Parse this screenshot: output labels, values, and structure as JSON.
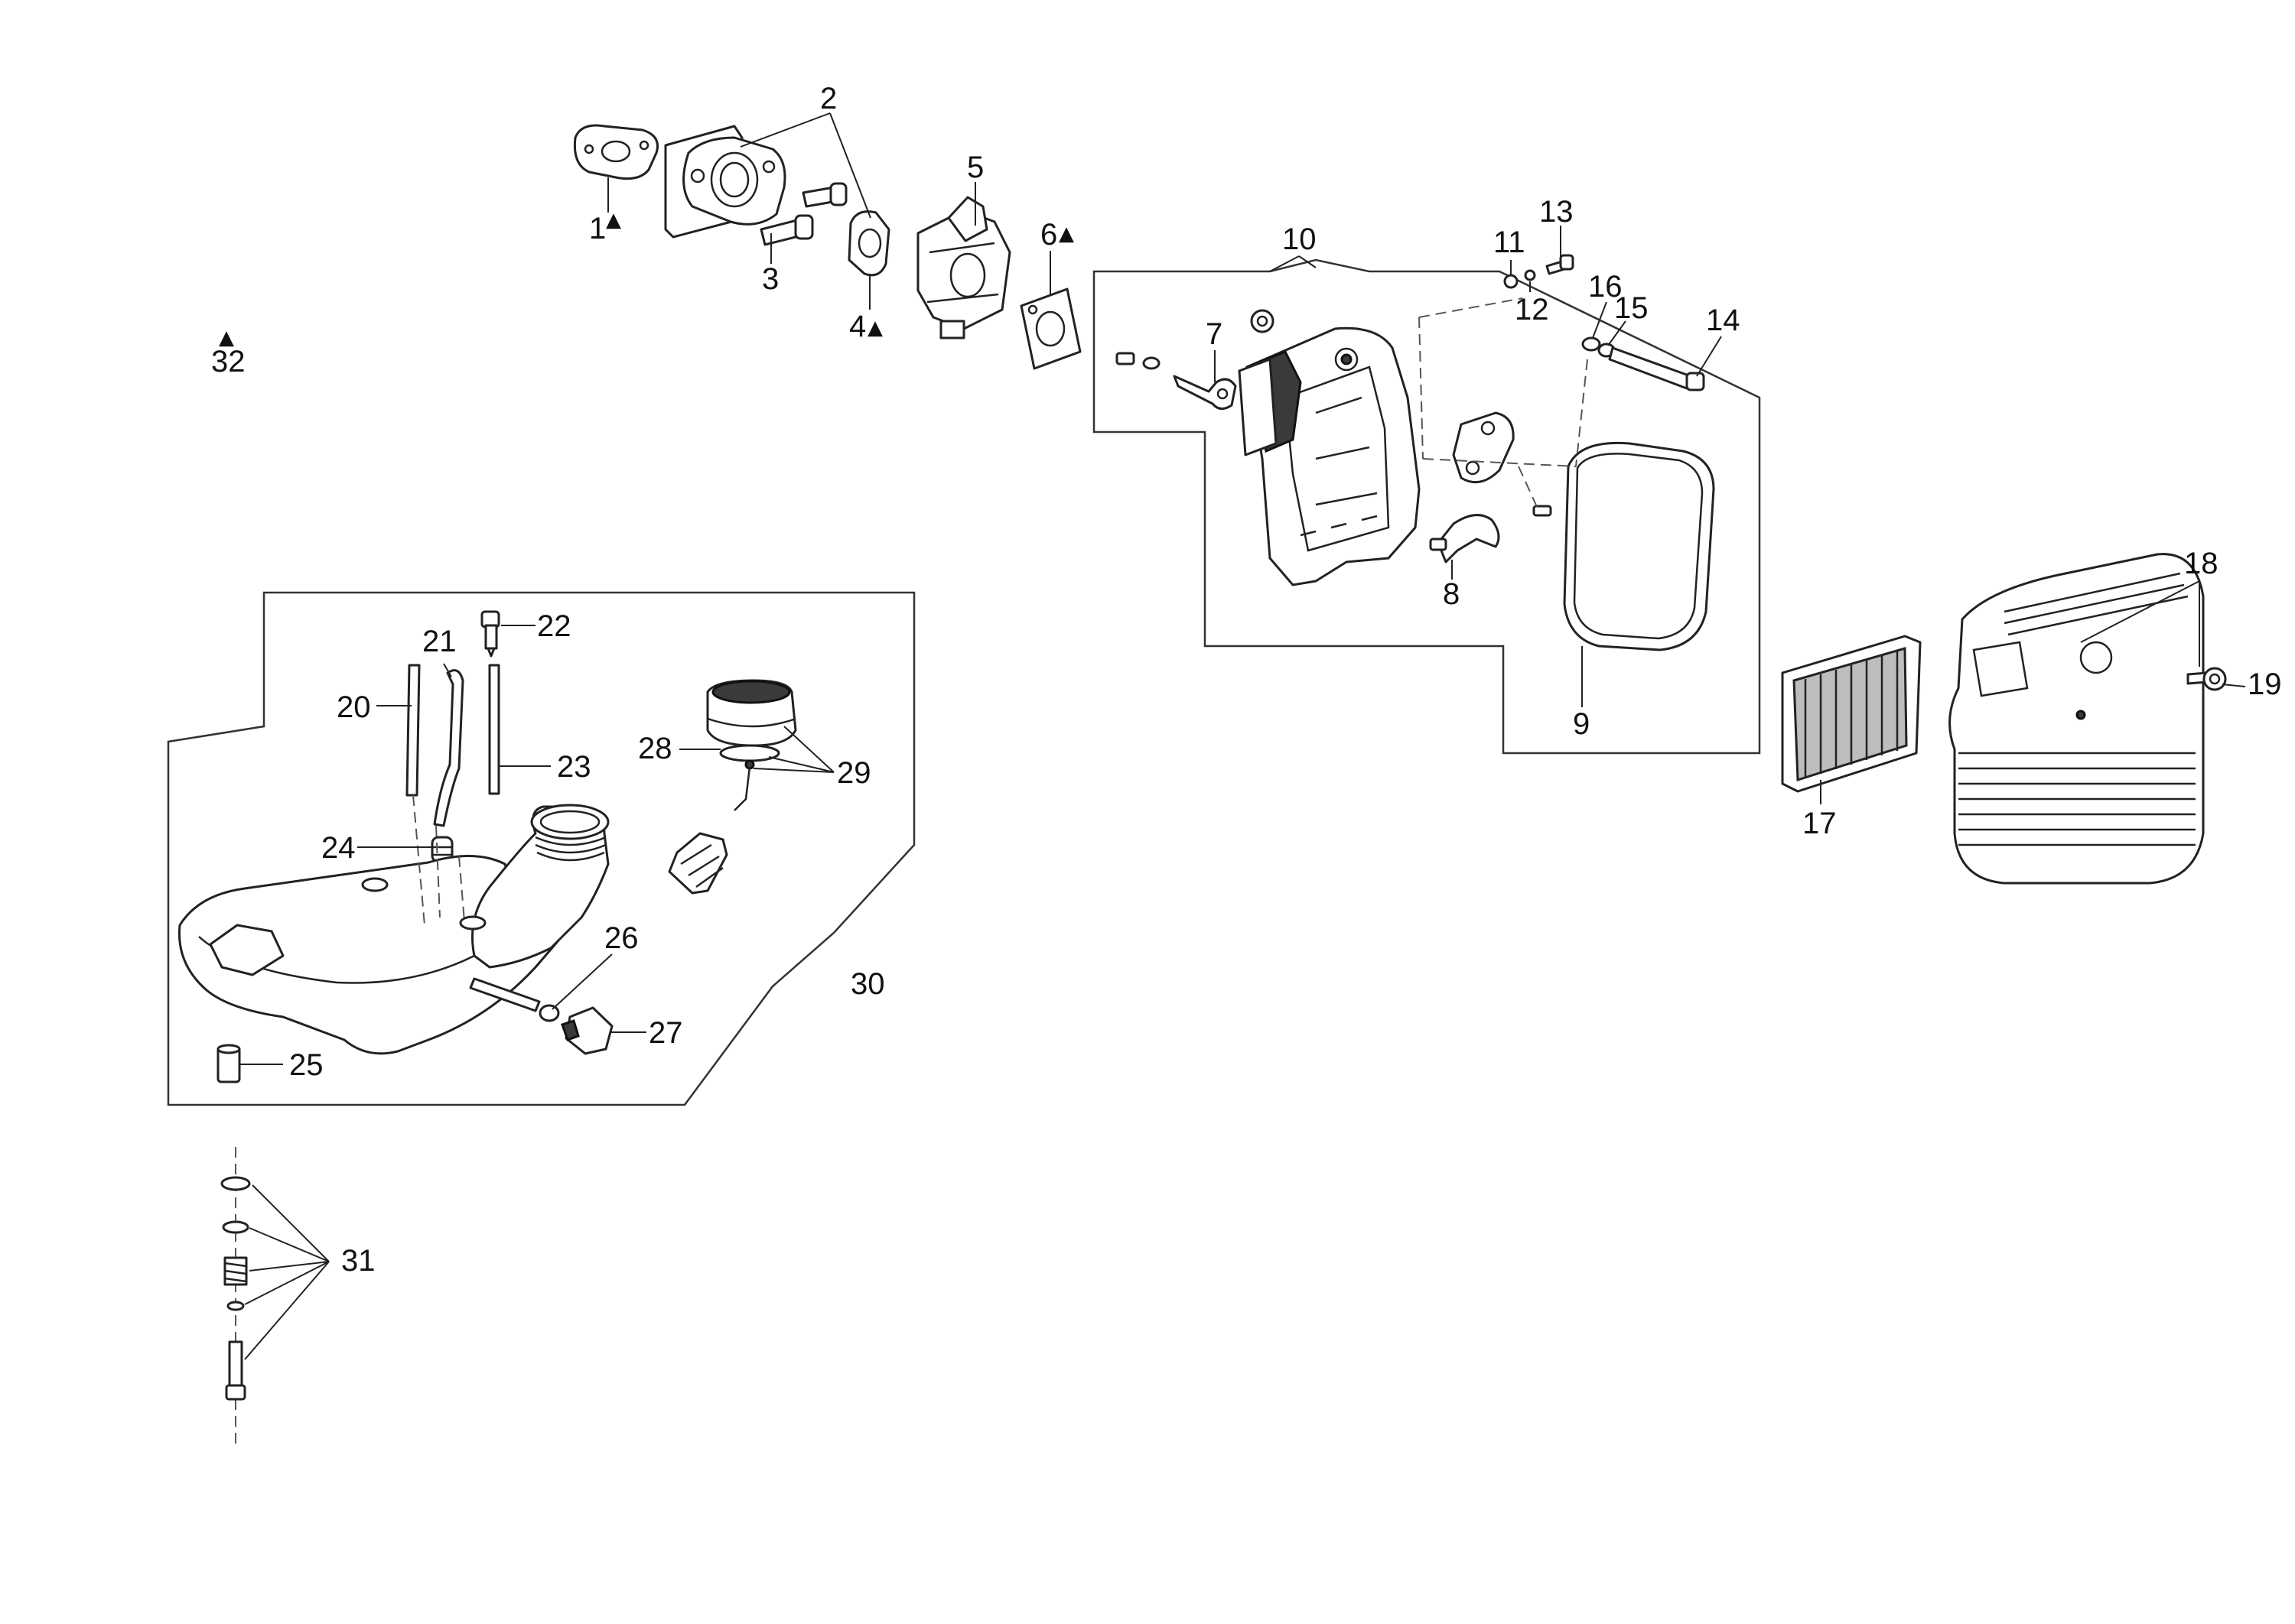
{
  "callouts": [
    {
      "id": "1",
      "label": "1",
      "mark": "▲"
    },
    {
      "id": "2",
      "label": "2",
      "mark": ""
    },
    {
      "id": "3",
      "label": "3",
      "mark": ""
    },
    {
      "id": "4",
      "label": "4",
      "mark": "▲"
    },
    {
      "id": "5",
      "label": "5",
      "mark": ""
    },
    {
      "id": "6",
      "label": "6",
      "mark": "▲"
    },
    {
      "id": "7",
      "label": "7",
      "mark": ""
    },
    {
      "id": "8",
      "label": "8",
      "mark": ""
    },
    {
      "id": "9",
      "label": "9",
      "mark": ""
    },
    {
      "id": "10",
      "label": "10",
      "mark": ""
    },
    {
      "id": "11",
      "label": "11",
      "mark": ""
    },
    {
      "id": "12",
      "label": "12",
      "mark": ""
    },
    {
      "id": "13",
      "label": "13",
      "mark": ""
    },
    {
      "id": "14",
      "label": "14",
      "mark": ""
    },
    {
      "id": "15",
      "label": "15",
      "mark": ""
    },
    {
      "id": "16",
      "label": "16",
      "mark": ""
    },
    {
      "id": "17",
      "label": "17",
      "mark": ""
    },
    {
      "id": "18",
      "label": "18",
      "mark": ""
    },
    {
      "id": "19",
      "label": "19",
      "mark": ""
    },
    {
      "id": "20",
      "label": "20",
      "mark": ""
    },
    {
      "id": "21",
      "label": "21",
      "mark": ""
    },
    {
      "id": "22",
      "label": "22",
      "mark": ""
    },
    {
      "id": "23",
      "label": "23",
      "mark": ""
    },
    {
      "id": "24",
      "label": "24",
      "mark": ""
    },
    {
      "id": "25",
      "label": "25",
      "mark": ""
    },
    {
      "id": "26",
      "label": "26",
      "mark": ""
    },
    {
      "id": "27",
      "label": "27",
      "mark": ""
    },
    {
      "id": "28",
      "label": "28",
      "mark": ""
    },
    {
      "id": "29",
      "label": "29",
      "mark": ""
    },
    {
      "id": "30",
      "label": "30",
      "mark": ""
    },
    {
      "id": "31",
      "label": "31",
      "mark": ""
    },
    {
      "id": "32",
      "label": "32",
      "mark": "▲"
    }
  ]
}
